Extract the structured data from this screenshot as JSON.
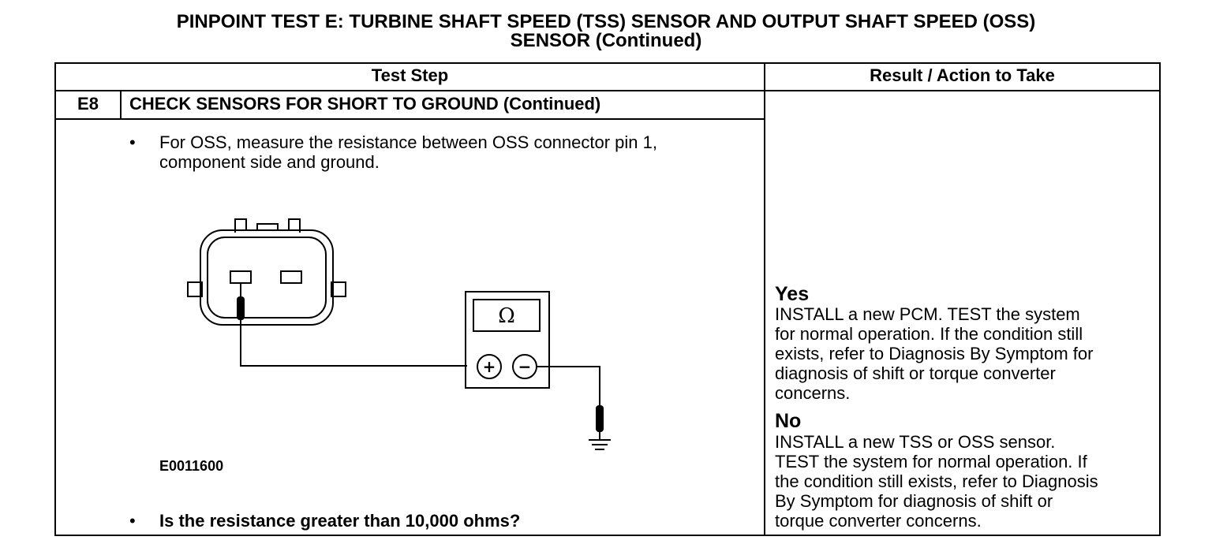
{
  "title": {
    "line1": "PINPOINT TEST E: TURBINE SHAFT SPEED (TSS) SENSOR AND OUTPUT SHAFT SPEED (OSS)",
    "line2": "SENSOR (Continued)"
  },
  "table": {
    "headers": {
      "test_step": "Test Step",
      "result": "Result / Action to Take"
    },
    "step": {
      "id": "E8",
      "title": "CHECK SENSORS FOR SHORT TO GROUND (Continued)",
      "bullet_symbol": "•",
      "instruction_line1": "For OSS, measure the resistance between OSS connector pin 1,",
      "instruction_line2": "component side and ground.",
      "figure_id": "E0011600",
      "meter_symbol": "Ω",
      "meter_plus": "+",
      "meter_minus": "−",
      "question": "Is the resistance greater than 10,000 ohms?"
    },
    "results": {
      "yes_label": "Yes",
      "yes_lines": [
        "INSTALL a new PCM. TEST the system",
        "for normal operation. If the condition still",
        "exists, refer to Diagnosis By Symptom for",
        "diagnosis of shift or torque converter",
        "concerns."
      ],
      "no_label": "No",
      "no_lines": [
        "INSTALL a new TSS or OSS sensor.",
        "TEST the system for normal operation. If",
        "the condition still exists, refer to Diagnosis",
        "By Symptom for diagnosis of shift or",
        "torque converter concerns."
      ]
    }
  }
}
